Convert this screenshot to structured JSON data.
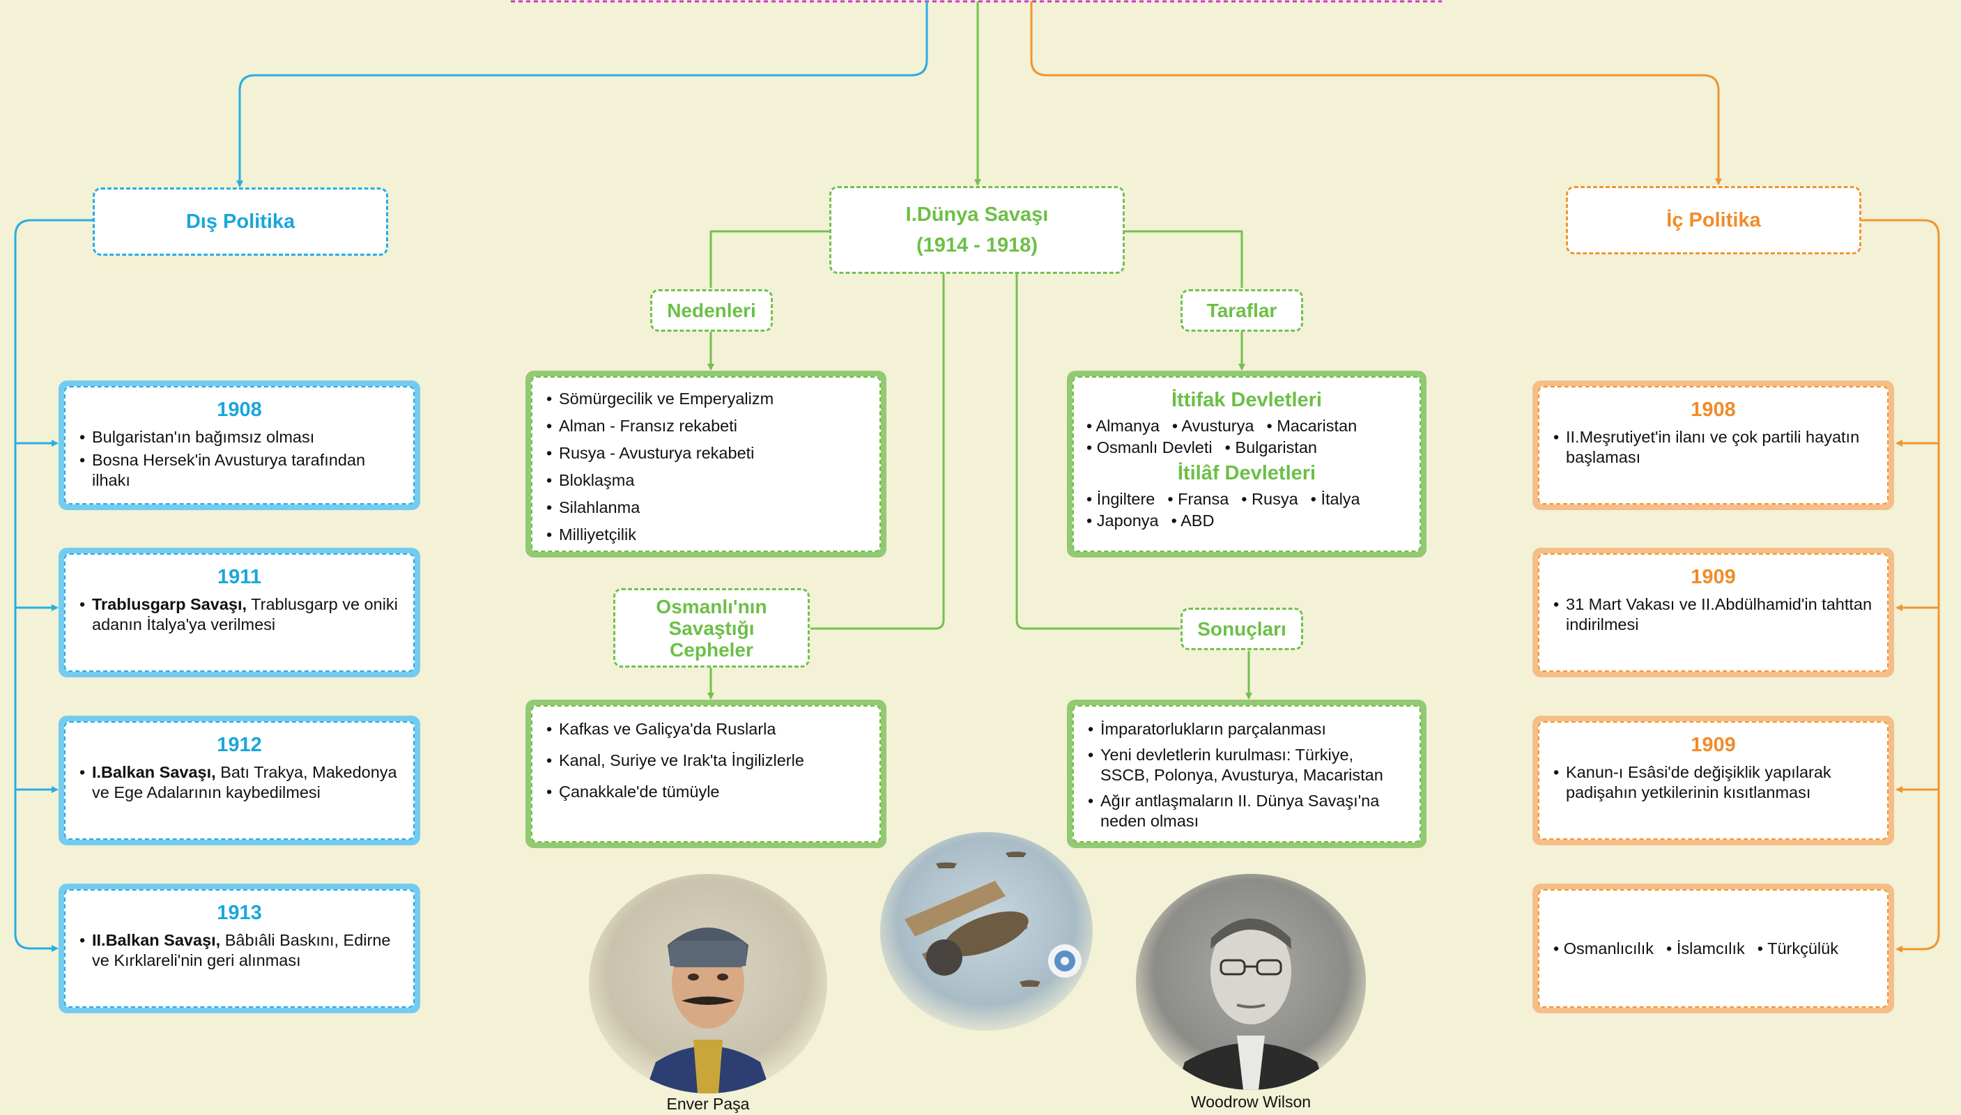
{
  "colors": {
    "blue": "#27aee3",
    "green": "#74c04f",
    "orange": "#f0962e",
    "background": "#f3f1d6"
  },
  "dis_politika": {
    "title": "Dış Politika",
    "events": [
      {
        "year": "1908",
        "items": [
          {
            "bold": "",
            "text": "Bulgaristan'ın bağımsız olması"
          },
          {
            "bold": "",
            "text": "Bosna Hersek'in Avusturya tarafından ilhakı"
          }
        ]
      },
      {
        "year": "1911",
        "items": [
          {
            "bold": "Trablusgarp Savaşı,",
            "text": " Trablusgarp ve oniki adanın İtalya'ya verilmesi"
          }
        ]
      },
      {
        "year": "1912",
        "items": [
          {
            "bold": "I.Balkan Savaşı,",
            "text": " Batı Trakya, Makedonya ve Ege Adalarının kaybedilmesi"
          }
        ]
      },
      {
        "year": "1913",
        "items": [
          {
            "bold": "II.Balkan Savaşı,",
            "text": " Bâbıâli Baskını, Edirne ve Kırklareli'nin geri alınması"
          }
        ]
      }
    ]
  },
  "dunya_savasi": {
    "title_line1": "I.Dünya Savaşı",
    "title_line2": "(1914 - 1918)",
    "nedenleri": {
      "title": "Nedenleri",
      "items": [
        "Sömürgecilik ve Emperyalizm",
        "Alman - Fransız rekabeti",
        "Rusya - Avusturya rekabeti",
        "Bloklaşma",
        "Silahlanma",
        "Milliyetçilik"
      ]
    },
    "taraflar": {
      "title": "Taraflar",
      "ittifak_title": "İttifak Devletleri",
      "ittifak_row1": [
        "Almanya",
        "Avusturya",
        "Macaristan"
      ],
      "ittifak_row2": [
        "Osmanlı Devleti",
        "Bulgaristan"
      ],
      "itilaf_title": "İtilâf Devletleri",
      "itilaf_row1": [
        "İngiltere",
        "Fransa",
        "Rusya",
        "İtalya"
      ],
      "itilaf_row2": [
        "Japonya",
        "ABD"
      ]
    },
    "cepheler": {
      "title": "Osmanlı'nın Savaştığı Cepheler",
      "items": [
        "Kafkas ve Galiçya'da Ruslarla",
        "Kanal, Suriye ve Irak'ta İngilizlerle",
        "Çanakkale'de tümüyle"
      ]
    },
    "sonuclari": {
      "title": "Sonuçları",
      "items": [
        "İmparatorlukların parçalanması",
        "Yeni devletlerin kurulması: Türkiye, SSCB, Polonya, Avusturya, Macaristan",
        "Ağır antlaşmaların II. Dünya Savaşı'na neden olması"
      ]
    }
  },
  "ic_politika": {
    "title": "İç Politika",
    "events": [
      {
        "year": "1908",
        "text": "II.Meşrutiyet'in ilanı ve çok partili hayatın başlaması"
      },
      {
        "year": "1909",
        "text": "31 Mart Vakası ve II.Abdülhamid'in tahttan indirilmesi"
      },
      {
        "year": "1909",
        "text": "Kanun-ı Esâsi'de değişiklik yapılarak padişahın yetkilerinin kısıtlanması"
      }
    ],
    "ideologies": [
      "Osmanlıcılık",
      "İslamcılık",
      "Türkçülük"
    ]
  },
  "photos": {
    "enver": "Enver Paşa",
    "wilson": "Woodrow Wilson"
  }
}
